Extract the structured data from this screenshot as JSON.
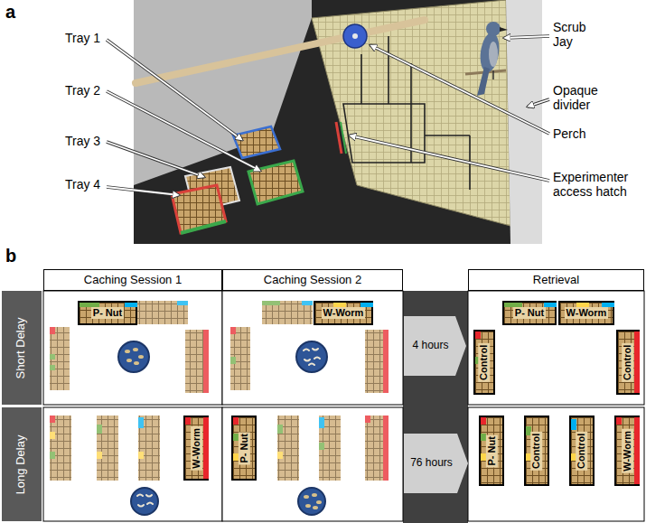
{
  "diagram": {
    "nodes": [
      {
        "text": [
          "Caching Session 1"
        ]
      },
      {
        "text": [
          "Caching Session 2"
        ]
      },
      {
        "text": [
          "Retrieval"
        ]
      },
      {
        "text": [
          "Short Delay"
        ]
      },
      {
        "text": [
          "P- Nut"
        ]
      },
      {
        "text": [
          "W-Worm"
        ]
      },
      {
        "text": [
          "4 hours"
        ]
      },
      {
        "text": [
          "P- Nut"
        ]
      },
      {
        "text": [
          "W-Worm"
        ]
      },
      {
        "text": [
          "Control"
        ]
      },
      {
        "text": [
          "Control"
        ]
      },
      {
        "text": [
          "Long Delay"
        ]
      },
      {
        "text": [
          "W-Worm"
        ]
      },
      {
        "text": [
          "P- Nut"
        ]
      },
      {
        "text": [
          "76 hours"
        ]
      },
      {
        "text": [
          "P- Nut"
        ]
      },
      {
        "text": [
          "Control"
        ]
      },
      {
        "text": [
          "Control"
        ]
      },
      {
        "text": [
          "W-Worm"
        ]
      }
    ],
    "labels": [
      "a",
      "Tray 1",
      "Tray 2",
      "Tray 3",
      "Tray 4",
      "Scrub Jay",
      "Opaque divider",
      "Perch",
      "Experimenter access hatch",
      "b"
    ]
  }
}
